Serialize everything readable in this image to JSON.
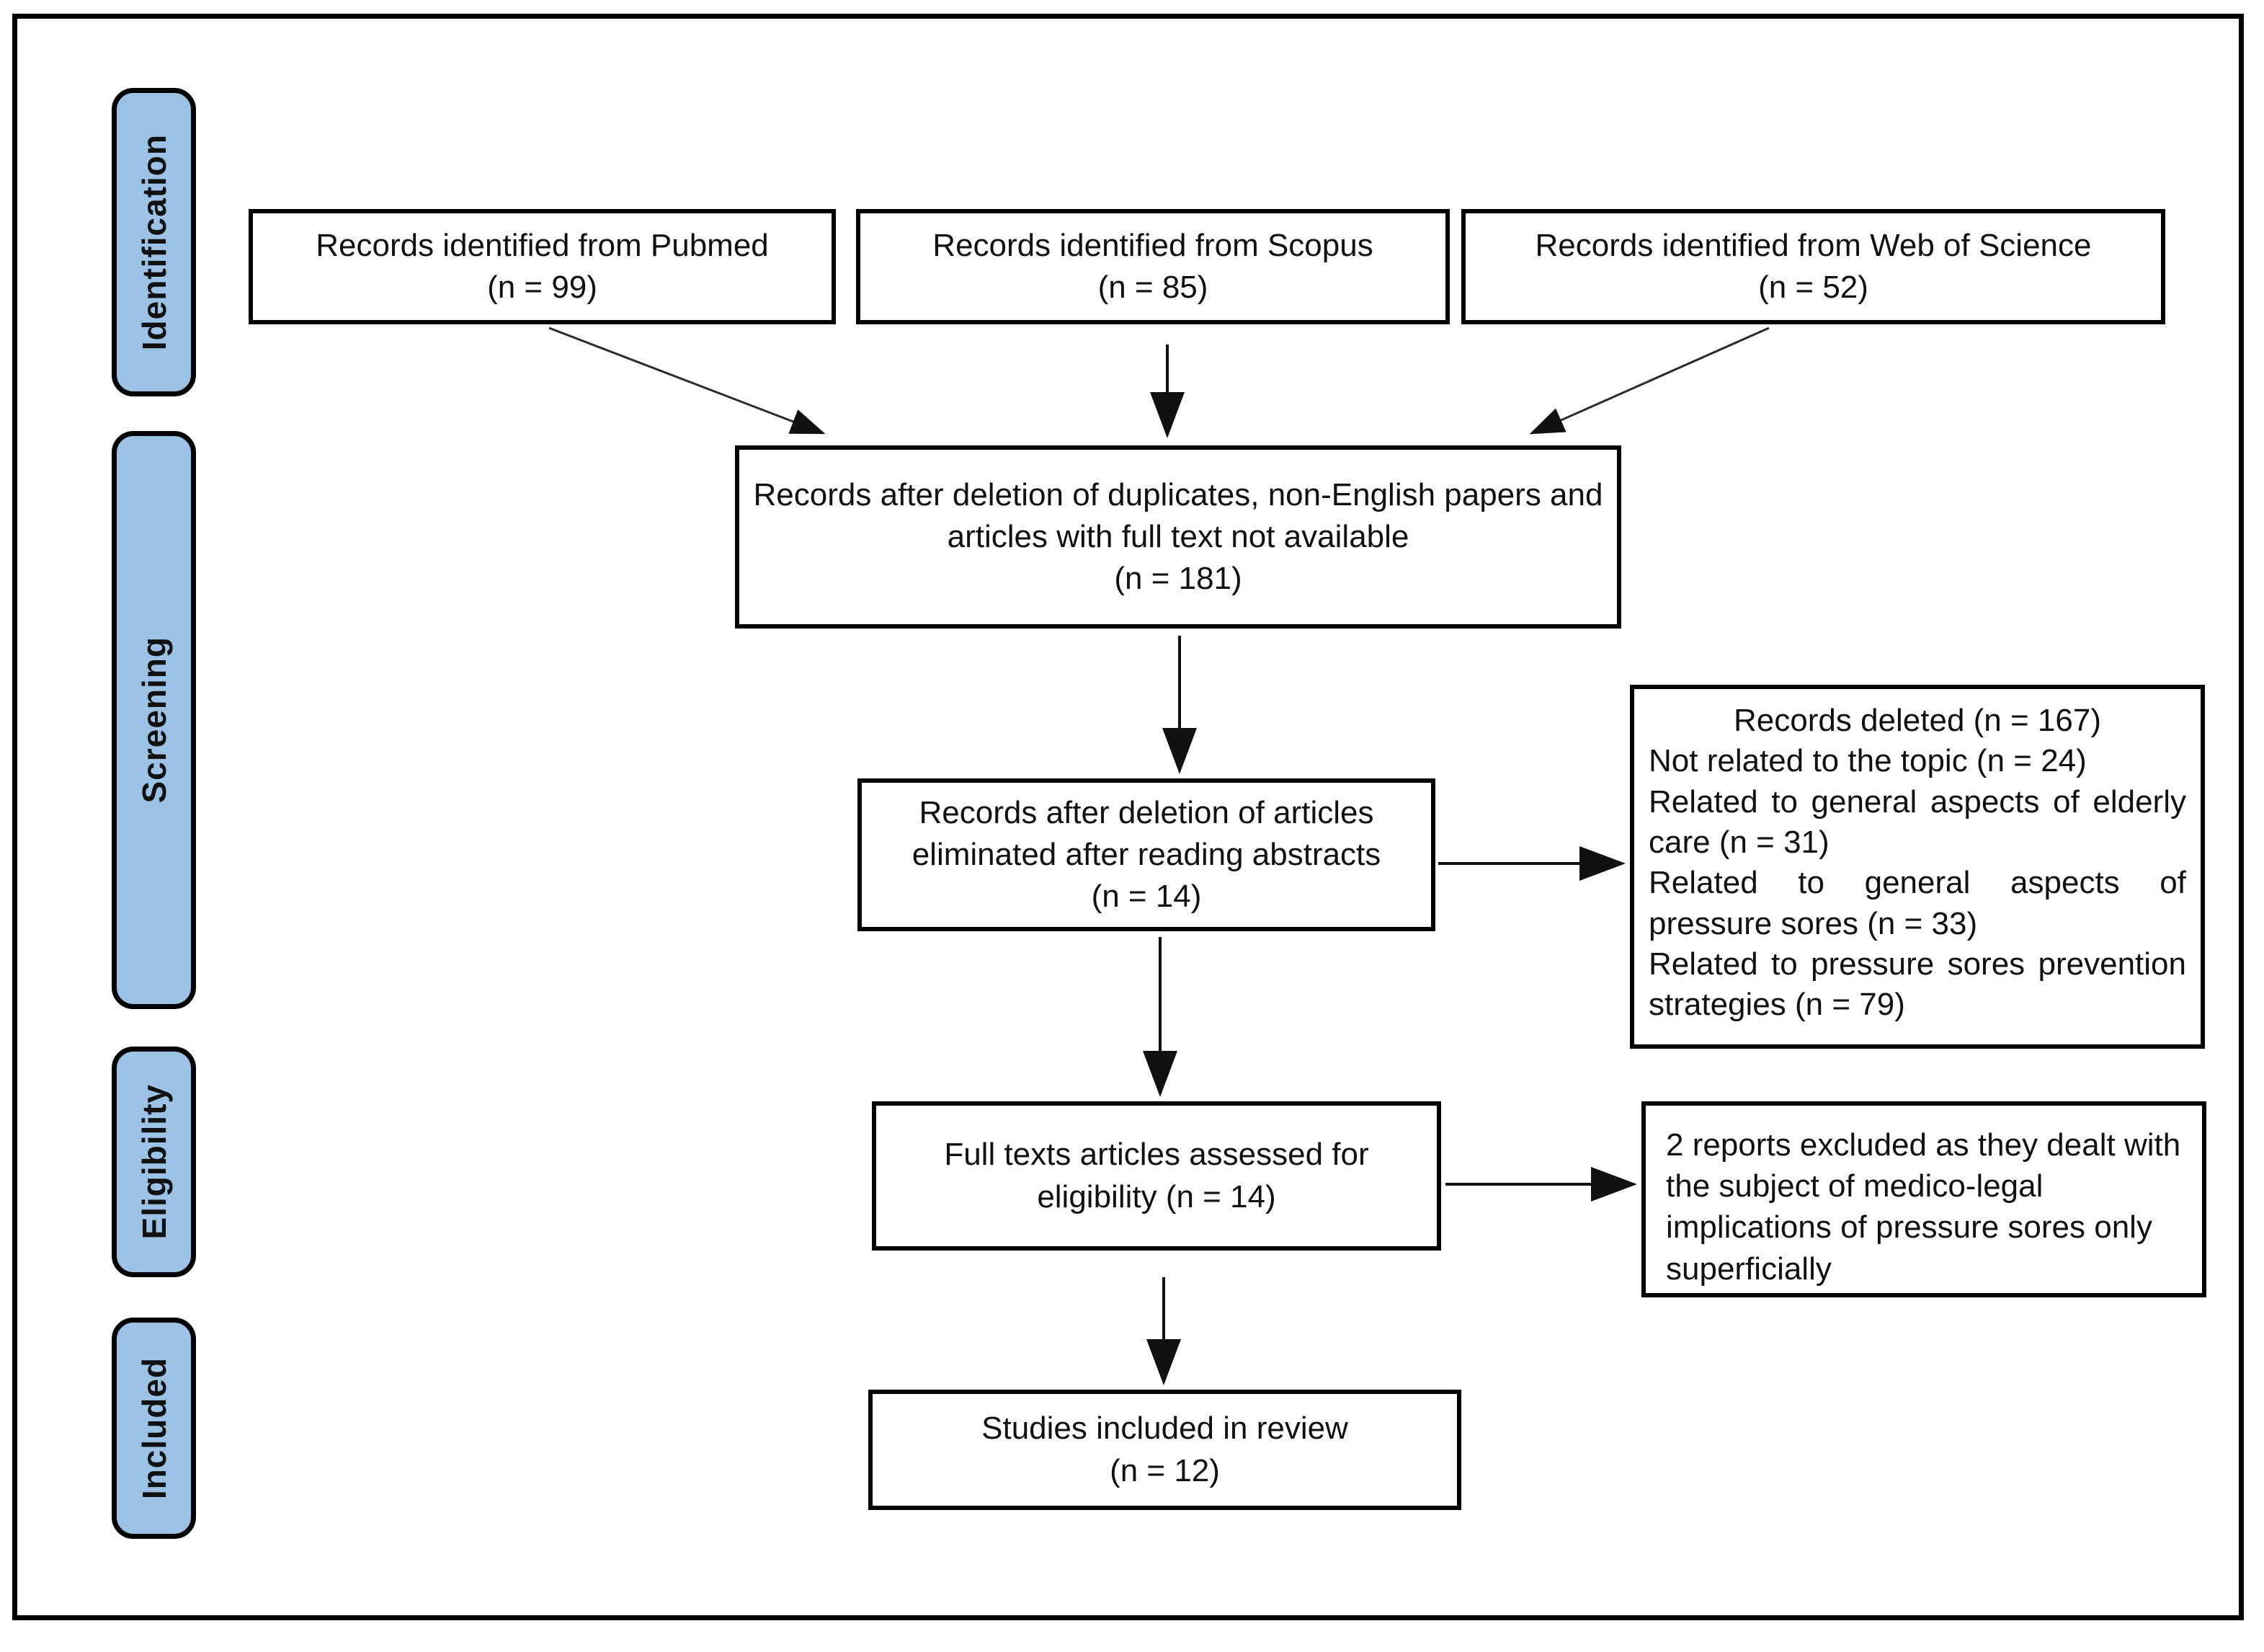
{
  "stages": {
    "identification": "Identification",
    "screening": "Screening",
    "eligibility": "Eligibility",
    "included": "Included"
  },
  "boxes": {
    "pubmed": {
      "text": "Records identified from Pubmed",
      "count": "(n = 99)"
    },
    "scopus": {
      "text": "Records identified from Scopus",
      "count": "(n = 85)"
    },
    "web_of_science": {
      "text": "Records identified from Web of Science",
      "count": "(n = 52)"
    },
    "after_duplicates": {
      "text": "Records after deletion of duplicates, non-English papers and articles with full text not available",
      "count": "(n = 181)"
    },
    "after_abstracts": {
      "text": "Records after deletion of articles eliminated after reading abstracts",
      "count": "(n = 14)"
    },
    "records_deleted": {
      "title": "Records deleted (n = 167)",
      "items": [
        "Not related to the topic (n = 24)",
        "Related to general aspects of elderly care (n = 31)",
        "Related to general aspects of pressure sores (n = 33)",
        "Related to pressure sores prevention strategies (n = 79)"
      ]
    },
    "full_text_assessed": {
      "text": "Full texts articles assessed for eligibility (n = 14)"
    },
    "reports_excluded": {
      "text": "2 reports excluded as they dealt with the subject of medico-legal implications of pressure sores only superficially"
    },
    "included_in_review": {
      "text": "Studies included in review",
      "count": "(n = 12)"
    }
  },
  "colors": {
    "stage_fill": "#9CC3E5",
    "box_border": "#000000",
    "background": "#FFFFFF"
  }
}
